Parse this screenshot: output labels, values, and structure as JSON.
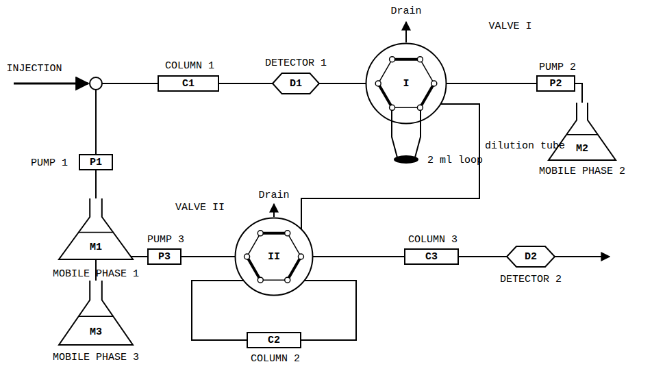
{
  "diagram": {
    "nodes": [
      {
        "text": [
          "P1",
          "PUMP 1"
        ]
      },
      {
        "text": [
          "C1",
          "COLUMN 1"
        ]
      },
      {
        "text": [
          "D1",
          "DETECTOR 1"
        ]
      },
      {
        "text": [
          "I",
          "VALVE I"
        ]
      },
      {
        "text": [
          "P2",
          "PUMP 2"
        ]
      },
      {
        "text": [
          "M2",
          "MOBILE PHASE 2"
        ]
      },
      {
        "text": [
          "M1",
          "MOBILE PHASE 1"
        ]
      },
      {
        "text": [
          "II",
          "VALVE II"
        ]
      },
      {
        "text": [
          "P3",
          "PUMP 3"
        ]
      },
      {
        "text": [
          "M3",
          "MOBILE PHASE 3"
        ]
      },
      {
        "text": [
          "C2",
          "COLUMN 2"
        ]
      },
      {
        "text": [
          "C3",
          "COLUMN 3"
        ]
      },
      {
        "text": [
          "D2",
          "DETECTOR 2"
        ]
      }
    ],
    "edges": [
      {
        "from": 6,
        "to": 0,
        "arrow": "none"
      },
      {
        "from": 0,
        "to": 1,
        "arrow": "none"
      },
      {
        "from": 1,
        "to": 2,
        "arrow": "none"
      },
      {
        "from": 2,
        "to": 3,
        "arrow": "none"
      },
      {
        "from": 3,
        "to": 4,
        "arrow": "none"
      },
      {
        "from": 5,
        "to": 4,
        "arrow": "none"
      },
      {
        "from": 3,
        "to": 7,
        "arrow": "none"
      },
      {
        "from": 9,
        "to": 8,
        "arrow": "none"
      },
      {
        "from": 8,
        "to": 7,
        "arrow": "none"
      },
      {
        "from": 7,
        "to": 10,
        "arrow": "none"
      },
      {
        "from": 10,
        "to": 7,
        "arrow": "none"
      },
      {
        "from": 7,
        "to": 11,
        "arrow": "none"
      },
      {
        "from": 11,
        "to": 12,
        "arrow": "none"
      }
    ],
    "labels": [
      "INJECTION",
      "Drain",
      "Drain",
      "2 ml loop",
      "dilution tube"
    ]
  }
}
